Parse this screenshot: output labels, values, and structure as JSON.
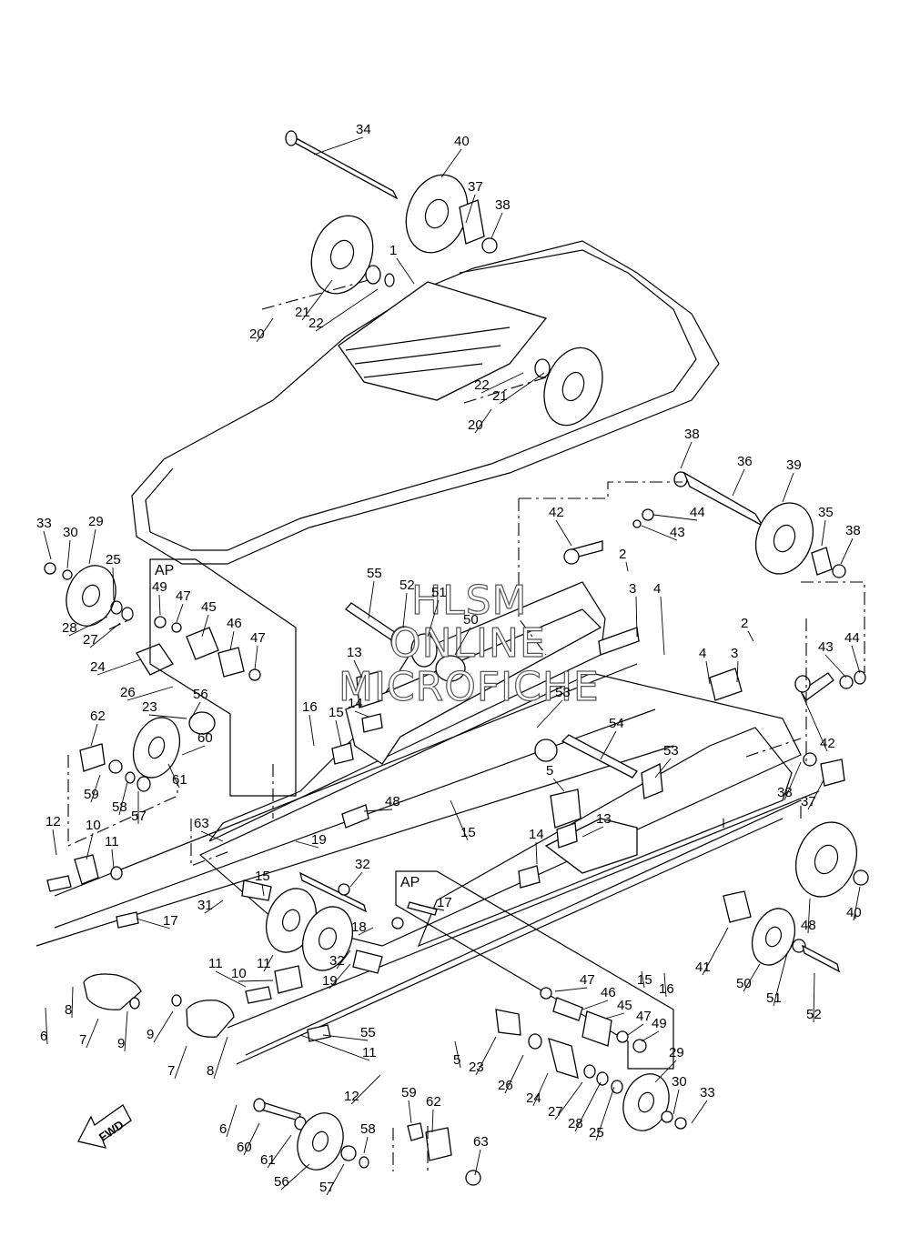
{
  "watermark": {
    "line1": "HLSM",
    "line2": "ONLINE",
    "line3": "MICROFICHE"
  },
  "ap_label_1": "AP",
  "ap_label_2": "AP",
  "fwd_label": "FWD",
  "callouts": [
    "34",
    "40",
    "37",
    "38",
    "1",
    "21",
    "22",
    "20",
    "22",
    "21",
    "20",
    "38",
    "36",
    "39",
    "35",
    "38",
    "42",
    "44",
    "43",
    "33",
    "30",
    "29",
    "25",
    "28",
    "27",
    "AP",
    "49",
    "47",
    "45",
    "46",
    "47",
    "55",
    "52",
    "51",
    "50",
    "2",
    "3",
    "4",
    "2",
    "4",
    "3",
    "43",
    "44",
    "24",
    "26",
    "23",
    "56",
    "13",
    "14",
    "53",
    "62",
    "60",
    "61",
    "59",
    "58",
    "57",
    "16",
    "15",
    "54",
    "53",
    "42",
    "38",
    "37",
    "12",
    "10",
    "11",
    "63",
    "19",
    "48",
    "15",
    "5",
    "13",
    "14",
    "15",
    "32",
    "31",
    "17",
    "11",
    "18",
    "32",
    "19",
    "17",
    "48",
    "40",
    "41",
    "50",
    "51",
    "52",
    "55",
    "11",
    "10",
    "6",
    "8",
    "7",
    "9",
    "9",
    "7",
    "8",
    "47",
    "46",
    "45",
    "47",
    "49",
    "15",
    "16",
    "11",
    "5",
    "23",
    "26",
    "24",
    "27",
    "28",
    "25",
    "29",
    "30",
    "33",
    "12",
    "6",
    "60",
    "61",
    "56",
    "59",
    "62",
    "58",
    "57",
    "63"
  ]
}
